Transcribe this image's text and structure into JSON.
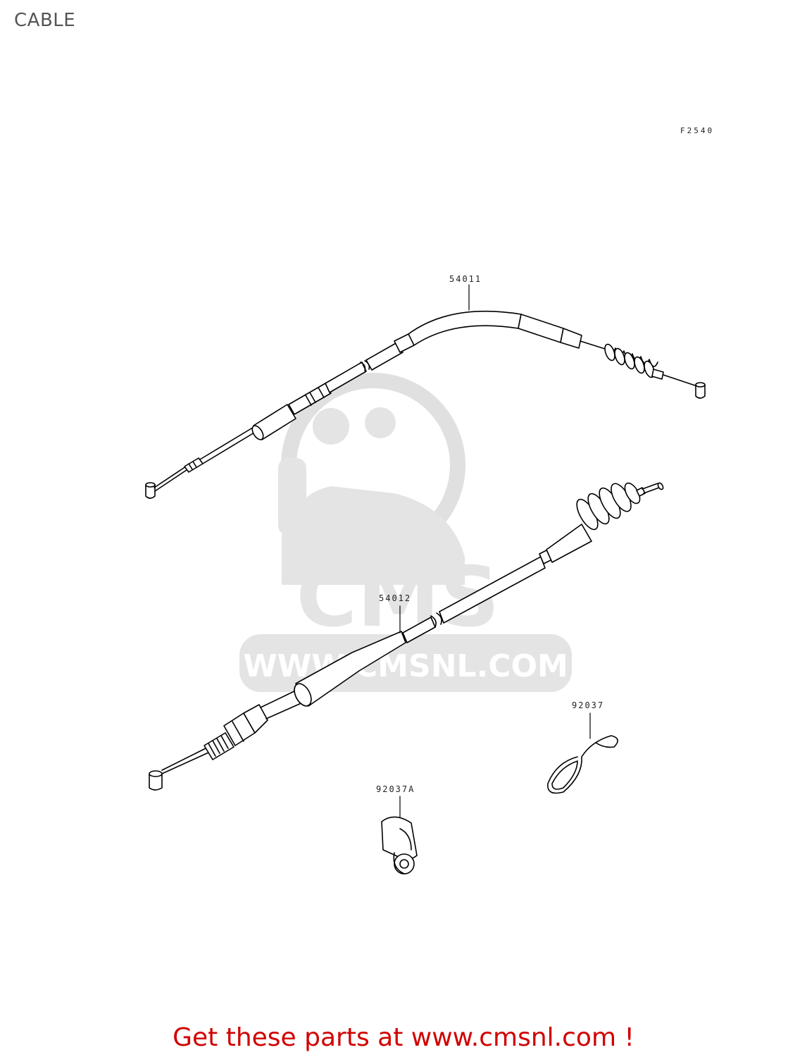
{
  "page": {
    "title": "CABLE",
    "figure_code": "F2540"
  },
  "parts": [
    {
      "number": "54011"
    },
    {
      "number": "54012"
    },
    {
      "number": "92037"
    },
    {
      "number": "92037A"
    }
  ],
  "watermark": {
    "brand": "CMS",
    "url": "WWW.CMSNL.COM"
  },
  "footer": {
    "link_text": "Get these parts at www.cmsnl.com !"
  }
}
